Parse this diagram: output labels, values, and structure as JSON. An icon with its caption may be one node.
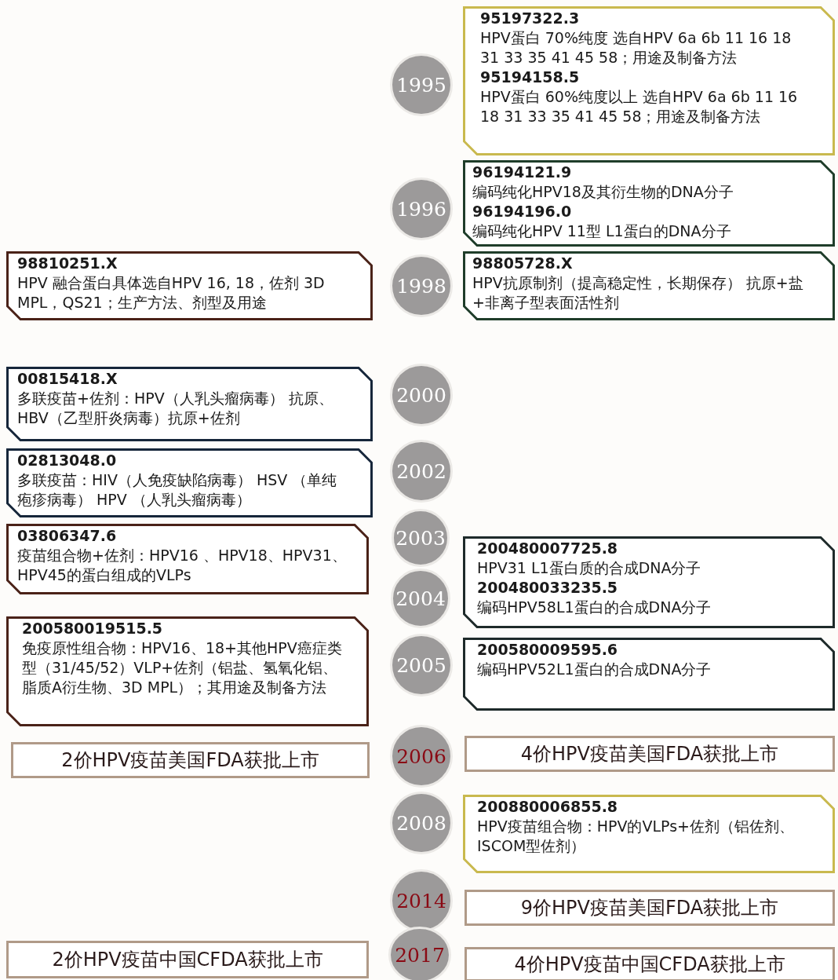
{
  "diagram": {
    "nodes": [
      {
        "text": [
          "95197322.3",
          "HPV蛋白 70%纯度 选自HPV 6a 6b 11 16 18 31 33 35 41 45 58；用途及制备方法",
          "95194158.5",
          "HPV蛋白 60%纯度以上 选自HPV 6a 6b 11 16 18 31 33 35 41 45 58；用途及制备方法"
        ]
      },
      {
        "text": [
          "1995"
        ]
      },
      {
        "text": [
          "1996"
        ]
      },
      {
        "text": [
          "96194121.9",
          "编码纯化HPV18及其衍生物的DNA分子",
          "96194196.0",
          "编码纯化HPV 11型 L1蛋白的DNA分子"
        ]
      },
      {
        "text": [
          "98810251.X",
          "HPV 融合蛋白具体选自HPV 16, 18，佐剂 3D MPL，QS21；生产方法、剂型及用途"
        ]
      },
      {
        "text": [
          "1998"
        ]
      },
      {
        "text": [
          "98805728.X",
          "HPV抗原制剂（提高稳定性，长期保存） 抗原+盐+非离子型表面活性剂"
        ]
      },
      {
        "text": [
          "00815418.X",
          "多联疫苗+佐剂：HPV（人乳头瘤病毒） 抗原、HBV（乙型肝炎病毒）抗原+佐剂"
        ]
      },
      {
        "text": [
          "2000"
        ]
      },
      {
        "text": [
          "02813048.0",
          "多联疫苗：HIV（人免疫缺陷病毒） HSV （单纯疱疹病毒） HPV （人乳头瘤病毒）"
        ]
      },
      {
        "text": [
          "2002"
        ]
      },
      {
        "text": [
          "03806347.6",
          "疫苗组合物+佐剂：HPV16 、HPV18、HPV31、HPV45的蛋白组成的VLPs"
        ]
      },
      {
        "text": [
          "2003"
        ]
      },
      {
        "text": [
          "2004"
        ]
      },
      {
        "text": [
          "200480007725.8",
          "HPV31 L1蛋白质的合成DNA分子",
          "200480033235.5",
          "编码HPV58L1蛋白的合成DNA分子"
        ]
      },
      {
        "text": [
          "200580019515.5",
          "免疫原性组合物：HPV16、18+其他HPV癌症类型（31/45/52）VLP+佐剂（铝盐、氢氧化铝、脂质A衍生物、3D MPL）；其用途及制备方法"
        ]
      },
      {
        "text": [
          "2005"
        ]
      },
      {
        "text": [
          "200580009595.6",
          "编码HPV52L1蛋白的合成DNA分子"
        ]
      },
      {
        "text": [
          "2价HPV疫苗美国FDA获批上市"
        ]
      },
      {
        "text": [
          "2006"
        ]
      },
      {
        "text": [
          "4价HPV疫苗美国FDA获批上市"
        ]
      },
      {
        "text": [
          "2008"
        ]
      },
      {
        "text": [
          "200880006855.8",
          "HPV疫苗组合物：HPV的VLPs+佐剂（铝佐剂、ISCOM型佐剂）"
        ]
      },
      {
        "text": [
          "2014"
        ]
      },
      {
        "text": [
          "9价HPV疫苗美国FDA获批上市"
        ]
      },
      {
        "text": [
          "2价HPV疫苗中国CFDA获批上市"
        ]
      },
      {
        "text": [
          "2017"
        ]
      },
      {
        "text": [
          "4价HPV疫苗中国CFDA获批上市"
        ]
      }
    ]
  }
}
